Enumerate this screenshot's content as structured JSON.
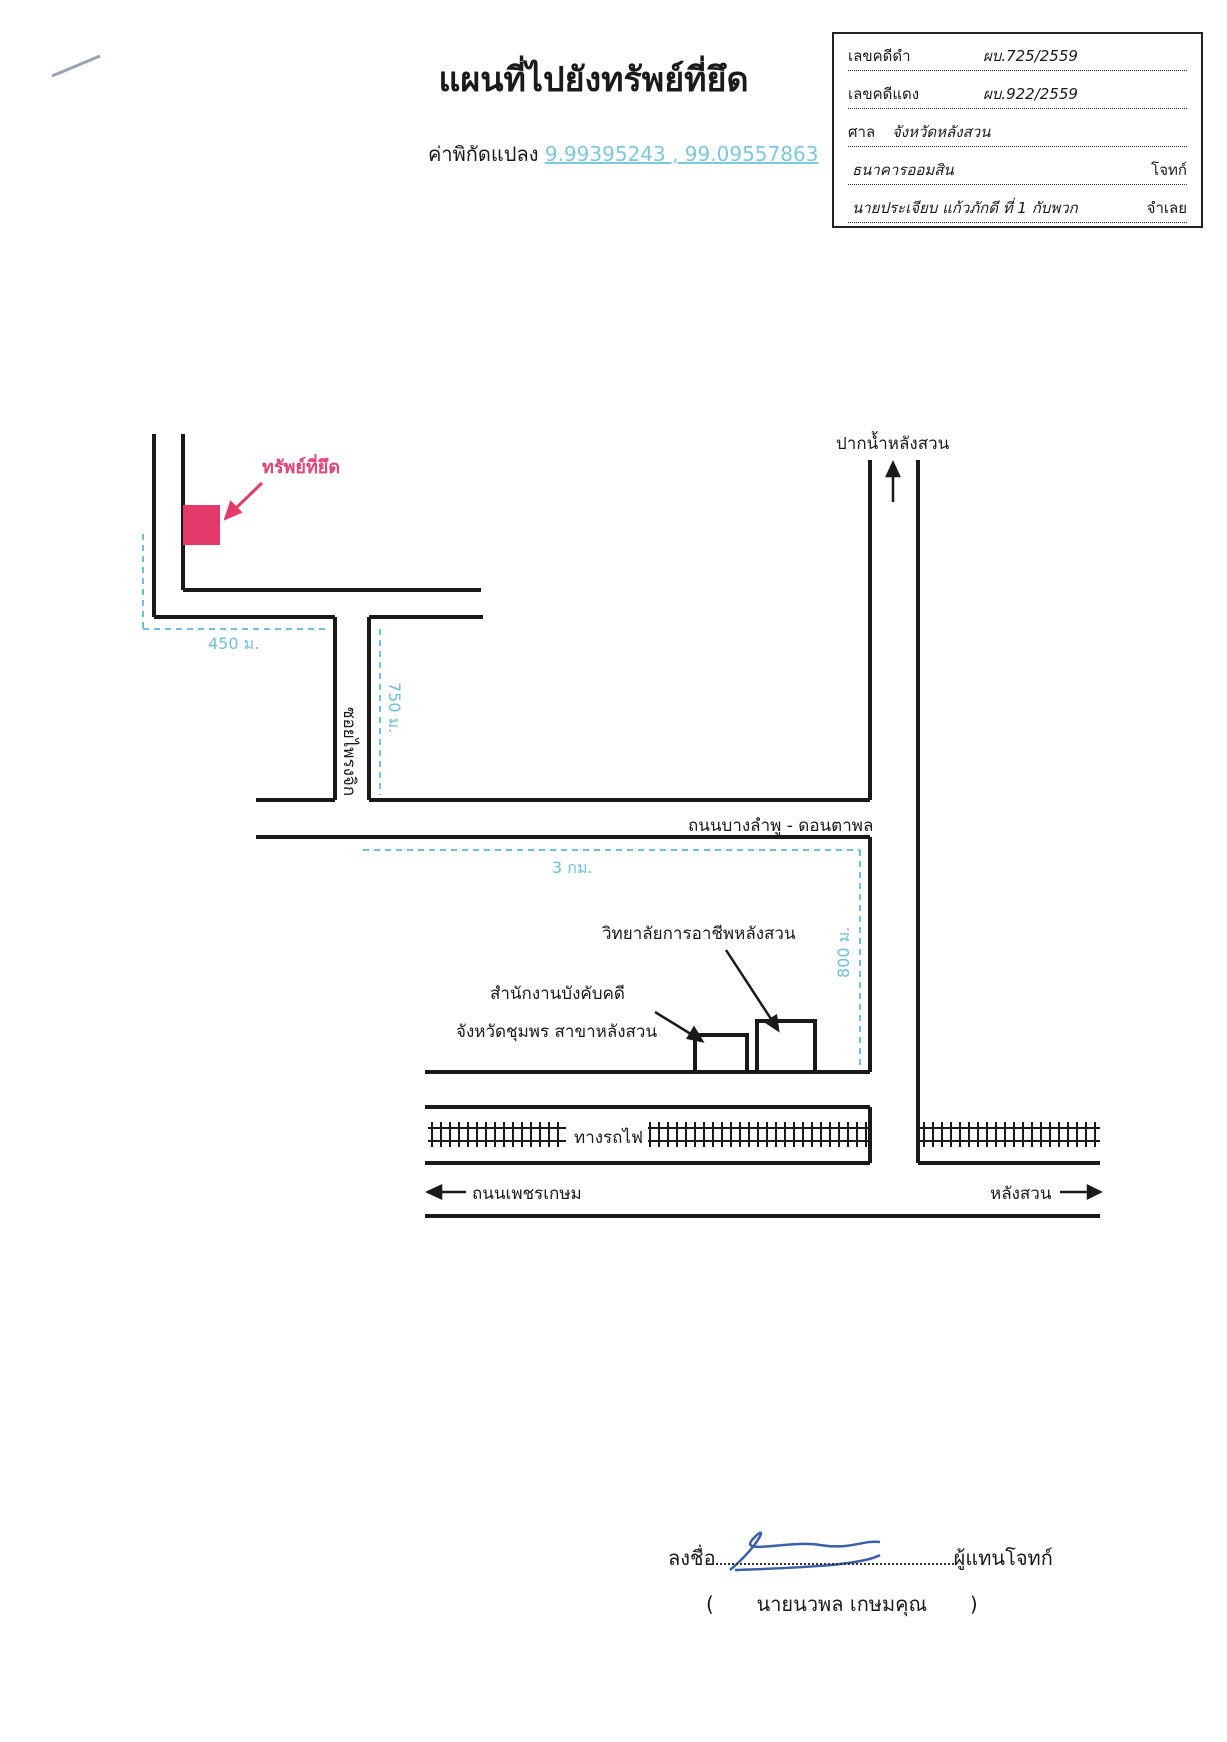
{
  "header": {
    "title": "แผนที่ไปยังทรัพย์ที่ยึด",
    "coords_label": "ค่าพิกัดแปลง",
    "coords_value": "9.99395243 , 99.09557863"
  },
  "case_box": {
    "black_case_label": "เลขคดีดำ",
    "black_case_value": "ผบ.725/2559",
    "red_case_label": "เลขคดีแดง",
    "red_case_value": "ผบ.922/2559",
    "court_label": "ศาล",
    "court_value": "จังหวัดหลังสวน",
    "plaintiff_value": "ธนาคารออมสิน",
    "plaintiff_label": "โจทก์",
    "defendant_value": "นายประเจียบ แก้วภักดี ที่ 1 กับพวก",
    "defendant_label": "จำเลย"
  },
  "map": {
    "seized_property_label": "ทรัพย์ที่ยึด",
    "north_road_label": "ปากน้ำหลังสวน",
    "soi_label": "ซอยไพรงจิก",
    "main_road_label": "ถนนบางลำพู - ดอนตาพล",
    "college_label": "วิทยาลัยการอาชีพหลังสวน",
    "office_label_line1": "สำนักงานบังคับคดี",
    "office_label_line2": "จังหวัดชุมพร สาขาหลังสวน",
    "railway_label": "ทางรถไฟ",
    "west_road_label": "ถนนเพชรเกษม",
    "east_road_label": "หลังสวน",
    "dist_450": "450 ม.",
    "dist_750": "750 ม.",
    "dist_3km": "3 กม.",
    "dist_800": "800 ม.",
    "property_color": "#e33a6a",
    "distance_color": "#6fc0d8"
  },
  "signature": {
    "sign_label": "ลงชื่อ",
    "role_label": "ผู้แทนโจทก์",
    "open_paren": "(",
    "name": "นายนวพล  เกษมคุณ",
    "close_paren": ")"
  }
}
